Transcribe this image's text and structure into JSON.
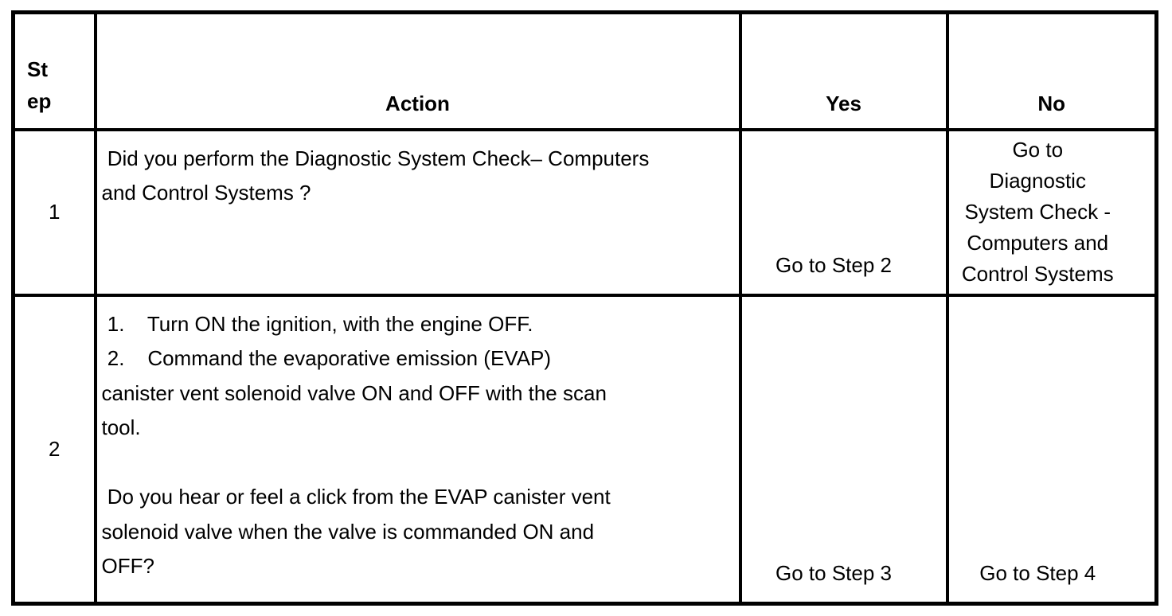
{
  "colors": {
    "background": "#ffffff",
    "border": "#000000",
    "text": "#000000"
  },
  "table": {
    "header": {
      "step_lines": [
        "St",
        "ep"
      ],
      "action_label": "Action",
      "yes_label": "Yes",
      "no_label": "No"
    },
    "rows": [
      {
        "step": "1",
        "action_lines": [
          " Did you perform the Diagnostic System Check– Computers",
          "and Control Systems ?"
        ],
        "yes": "Go to Step 2",
        "no_lines": [
          "Go to",
          "Diagnostic",
          "System Check -",
          "Computers and",
          "Control Systems"
        ]
      },
      {
        "step": "2",
        "action_lines": [
          " 1.    Turn ON the ignition, with the engine OFF.",
          " 2.    Command the evaporative emission (EVAP)",
          "canister vent solenoid valve ON and OFF with the scan",
          "tool.",
          "",
          " Do you hear or feel a click from the EVAP canister vent",
          "solenoid valve when the valve is commanded ON and",
          "OFF?"
        ],
        "yes": "Go to Step 3",
        "no": "Go to Step 4"
      }
    ]
  }
}
